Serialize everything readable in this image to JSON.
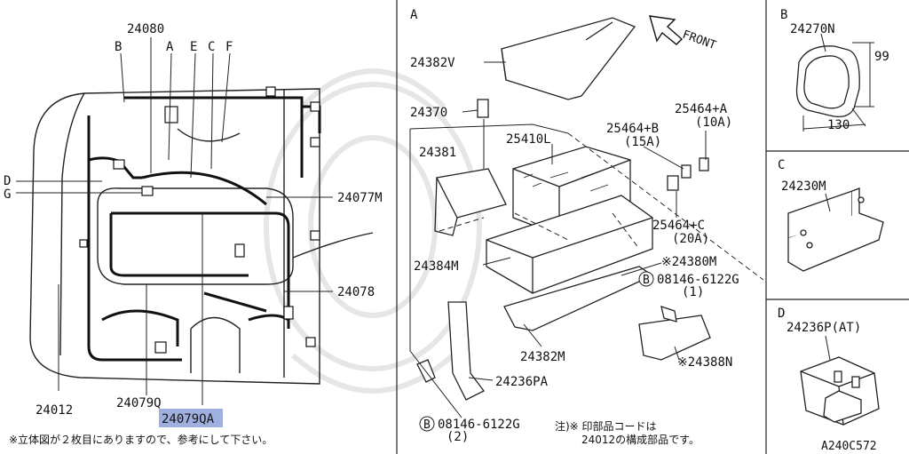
{
  "panel_main": {
    "part_24080": "24080",
    "letters": {
      "a": "A",
      "b": "B",
      "c": "C",
      "d": "D",
      "e": "E",
      "f": "F",
      "g": "G"
    },
    "part_24077M": "24077M",
    "part_24078": "24078",
    "part_24012": "24012",
    "part_24079Q": "24079Q",
    "part_24079QA_hl": "24079",
    "part_24079QA_rest": "QA",
    "footnote": "※立体図が２枚目にありますので、参考にして下さい。"
  },
  "panel_a": {
    "letter": "A",
    "front": "FRONT",
    "part_24382V": "24382V",
    "part_24370": "24370",
    "part_24381": "24381",
    "part_25410L": "25410L",
    "part_25464B": "25464+B",
    "amp_15A": "(15A)",
    "part_25464A": "25464+A",
    "amp_10A": "(10A)",
    "part_25464C": "25464+C",
    "amp_20A": "(20A)",
    "part_24384M": "24384M",
    "part_24380M": "※24380M",
    "part_08146_top": "08146-6122G",
    "qty_top": "(1)",
    "circle_b": "B",
    "part_24382M": "24382M",
    "part_24388N": "※24388N",
    "part_24236PA": "24236PA",
    "part_08146_bottom": "08146-6122G",
    "qty_bottom": "(2)",
    "note_line1": "注)※ 印部品コードは",
    "note_line2": "24012の構成部品です。"
  },
  "panel_b": {
    "letter": "B",
    "part": "24270N",
    "dim_h": "99",
    "dim_w": "130"
  },
  "panel_c": {
    "letter": "C",
    "part": "24230M"
  },
  "panel_d": {
    "letter": "D",
    "part": "24236P(AT)",
    "code": "A240C572"
  }
}
